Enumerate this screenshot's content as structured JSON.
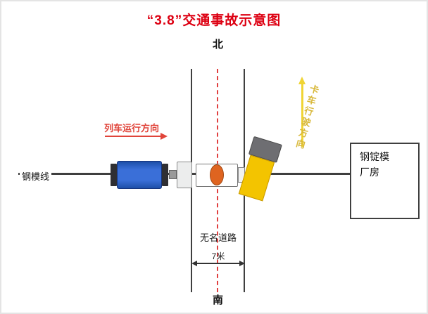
{
  "title": "“3.8”交通事故示意图",
  "compass": {
    "north": "北",
    "south": "南"
  },
  "track": {
    "label": "钢模线",
    "direction_label": "列车运行方向"
  },
  "road": {
    "label": "无名道路",
    "width_label": "7米",
    "truck_direction_label": "卡车行驶方向"
  },
  "building": {
    "line1": "钢锭模",
    "line2": "厂房"
  },
  "colors": {
    "title_red": "#dd0012",
    "train_dir_red": "#e0443a",
    "center_dash_red": "#e04040",
    "truck_dir_yellow": "#f0d435",
    "truck_text_yellow": "#d8b83a",
    "truck_yellow": "#f3c400",
    "cab_gray": "#6e6e72",
    "train_blue": "#3a6fd8",
    "mold_orange": "#df6420",
    "road_line": "#3f3f3f"
  }
}
